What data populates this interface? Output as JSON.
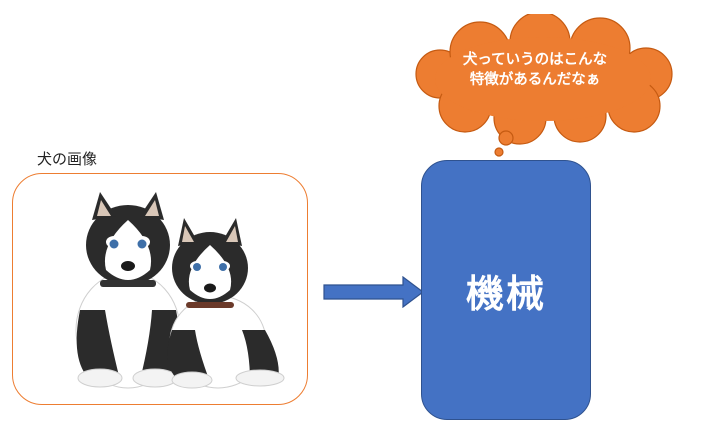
{
  "image_caption": "犬の画像",
  "machine": {
    "label": "機械"
  },
  "thought": {
    "line1": "犬っていうのはこんな",
    "line2": "特徴があるんだなぁ"
  },
  "colors": {
    "frame": "#ED7D31",
    "arrow": "#4472C4",
    "machine": "#4472C4",
    "bubble": "#ED7D31"
  },
  "icons": {
    "photo": "husky-puppies-photo",
    "arrow": "arrow-right-icon",
    "bubble": "thought-bubble-icon"
  }
}
